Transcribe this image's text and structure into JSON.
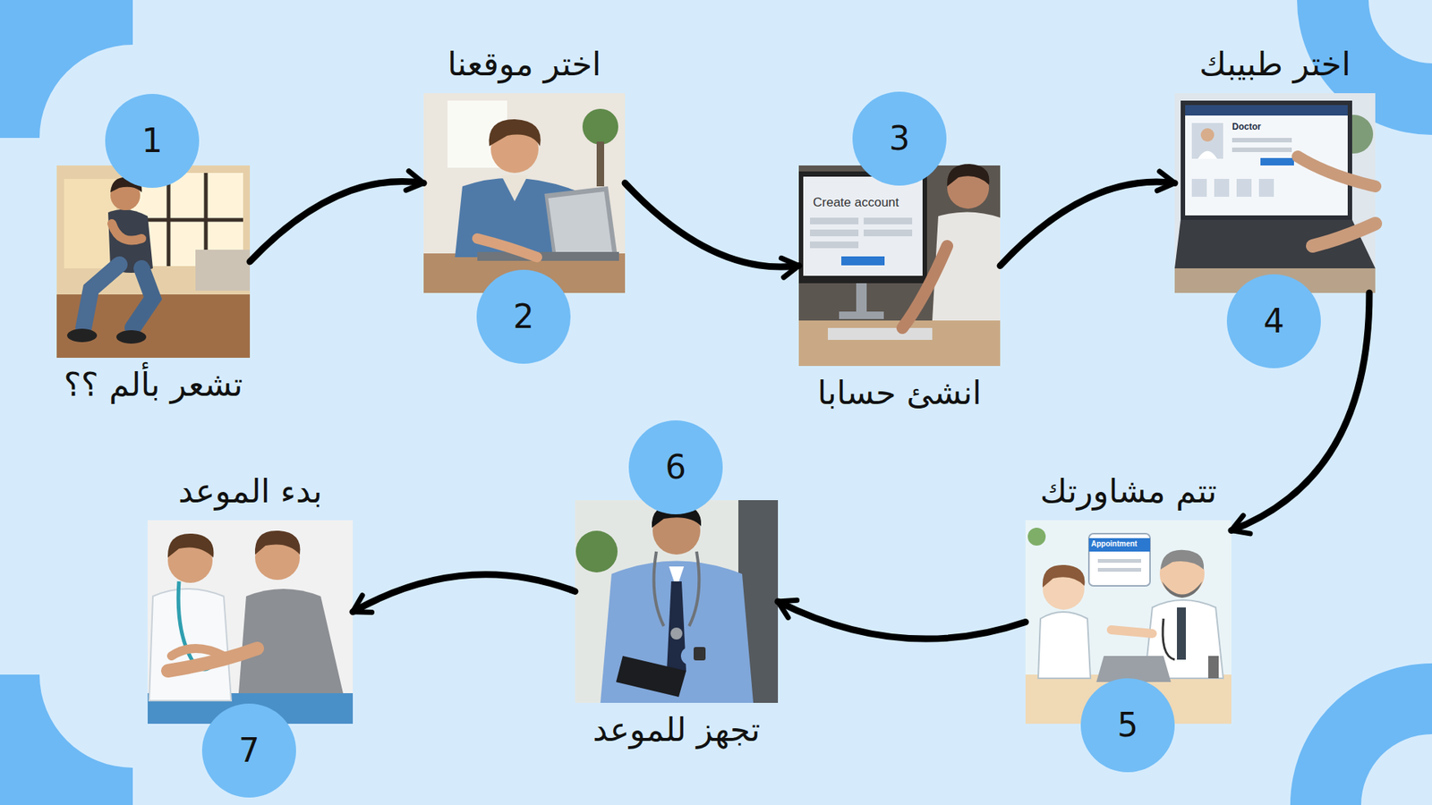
{
  "diagram": {
    "nodes": [
      {
        "text": [
          "تشعر بألم ؟؟"
        ]
      },
      {
        "text": [
          "1"
        ],
        "in": 0
      },
      {
        "text": [
          "اختر موقعنا"
        ]
      },
      {
        "text": [
          "2"
        ],
        "in": 2
      },
      {
        "text": [
          "انشئ حسابا"
        ]
      },
      {
        "text": [
          "3"
        ],
        "in": 4
      },
      {
        "text": [
          "اختر طبيبك"
        ]
      },
      {
        "text": [
          "4"
        ],
        "in": 6
      },
      {
        "text": [
          "تتم مشاورتك"
        ]
      },
      {
        "text": [
          "5"
        ],
        "in": 8
      },
      {
        "text": [
          "تجهز للموعد"
        ]
      },
      {
        "text": [
          "6"
        ],
        "in": 10
      },
      {
        "text": [
          "بدء الموعد"
        ]
      },
      {
        "text": [
          "7"
        ],
        "in": 12
      }
    ],
    "edges": [
      {
        "from": 0,
        "to": 2,
        "arrow": "to"
      },
      {
        "from": 2,
        "to": 4,
        "arrow": "to"
      },
      {
        "from": 4,
        "to": 6,
        "arrow": "to"
      },
      {
        "from": 6,
        "to": 8,
        "arrow": "to"
      },
      {
        "from": 8,
        "to": 10,
        "arrow": "to"
      },
      {
        "from": 10,
        "to": 12,
        "arrow": "to"
      }
    ],
    "labels": [
      "Create account",
      "Doctor",
      "Appointment"
    ]
  }
}
